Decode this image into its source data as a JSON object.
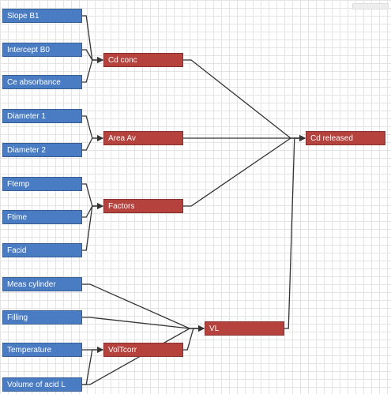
{
  "diagram": {
    "inputs": {
      "slope_b1": "Slope B1",
      "intercept_b0": "Intercept B0",
      "ce_absorbance": "Ce absorbance",
      "diameter_1": "Diameter 1",
      "diameter_2": "Diameter 2",
      "ftemp": "Ftemp",
      "ftime": "Ftime",
      "facid": "Facid",
      "meas_cylinder": "Meas cylinder",
      "filling": "Filling",
      "temperature": "Temperature",
      "volume_of_acid_l": "Volume of acid L"
    },
    "calcs": {
      "cd_conc": "Cd conc",
      "area_av": "Area Av",
      "factors": "Factors",
      "voltcorr": "VolTcorr",
      "vl": "VL",
      "cd_released": "Cd released"
    },
    "links": [
      {
        "from": "slope_b1",
        "to": "cd_conc"
      },
      {
        "from": "intercept_b0",
        "to": "cd_conc"
      },
      {
        "from": "ce_absorbance",
        "to": "cd_conc"
      },
      {
        "from": "diameter_1",
        "to": "area_av"
      },
      {
        "from": "diameter_2",
        "to": "area_av"
      },
      {
        "from": "ftemp",
        "to": "factors"
      },
      {
        "from": "ftime",
        "to": "factors"
      },
      {
        "from": "facid",
        "to": "factors"
      },
      {
        "from": "meas_cylinder",
        "to": "vl"
      },
      {
        "from": "filling",
        "to": "vl"
      },
      {
        "from": "temperature",
        "to": "voltcorr"
      },
      {
        "from": "volume_of_acid_l",
        "to": "voltcorr"
      },
      {
        "from": "volume_of_acid_l",
        "to": "vl"
      },
      {
        "from": "voltcorr",
        "to": "vl"
      },
      {
        "from": "cd_conc",
        "to": "cd_released"
      },
      {
        "from": "area_av",
        "to": "cd_released"
      },
      {
        "from": "factors",
        "to": "cd_released"
      },
      {
        "from": "vl",
        "to": "cd_released"
      }
    ],
    "colors": {
      "input_node": "#4a7cc4",
      "calc_node": "#b5423d",
      "connector": "#333333",
      "grid": "#e4e4e4"
    }
  }
}
